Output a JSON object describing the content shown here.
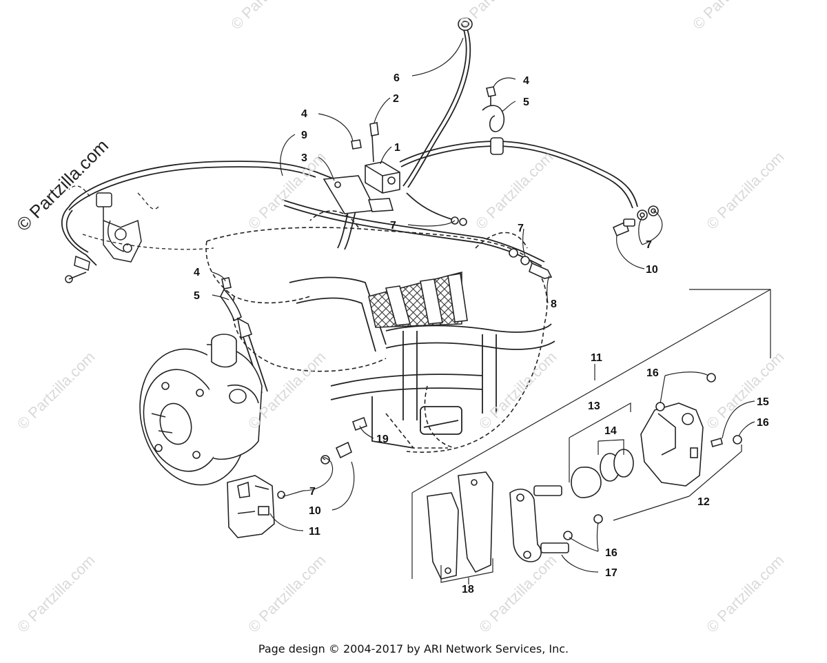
{
  "watermark": {
    "brand_text": "© Partzilla.com",
    "faint_text": "© Partzilla.com"
  },
  "callouts": {
    "c1": "1",
    "c2": "2",
    "c3": "3",
    "c4a": "4",
    "c4b": "4",
    "c4c": "4",
    "c5a": "5",
    "c5b": "5",
    "c6": "6",
    "c7a": "7",
    "c7b": "7",
    "c7c": "7",
    "c7d": "7",
    "c8": "8",
    "c9": "9",
    "c10a": "10",
    "c10b": "10",
    "c11a": "11",
    "c11b": "11",
    "c12": "12",
    "c13": "13",
    "c14": "14",
    "c15": "15",
    "c16a": "16",
    "c16b": "16",
    "c16c": "16",
    "c17": "17",
    "c18": "18",
    "c19": "19"
  },
  "footer": {
    "text": "Page design © 2004-2017 by ARI Network Services, Inc."
  },
  "colors": {
    "line": "#222222",
    "watermark": "#d9d9d9",
    "grille": "#333333"
  }
}
